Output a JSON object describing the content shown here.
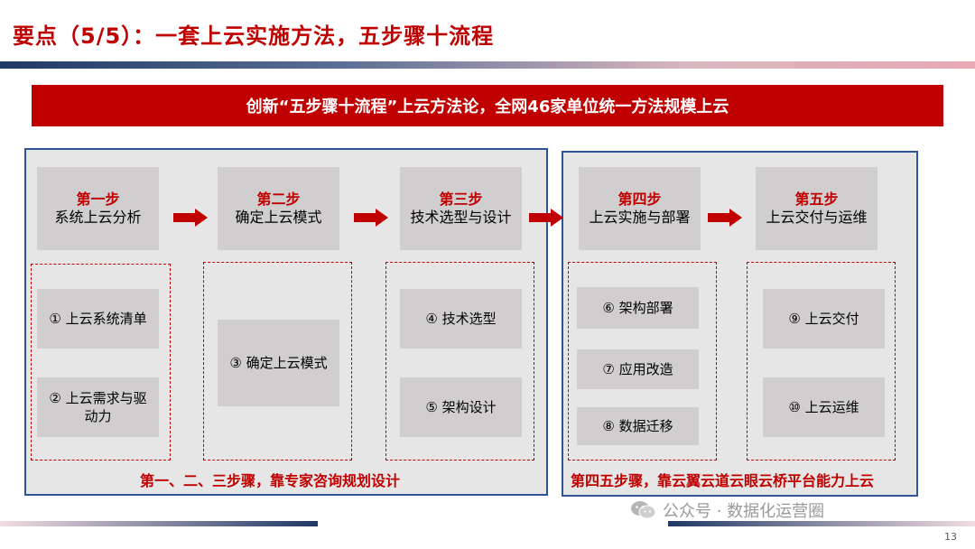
{
  "title": "要点（5/5）：一套上云实施方法，五步骤十流程",
  "banner": "创新“五步骤十流程”上云方法论，全网46家单位统一方法规模上云",
  "steps": [
    {
      "num": "第一步",
      "desc": "系统上云分析"
    },
    {
      "num": "第二步",
      "desc": "确定上云模式"
    },
    {
      "num": "第三步",
      "desc": "技术选型与设计"
    },
    {
      "num": "第四步",
      "desc": "上云实施与部署"
    },
    {
      "num": "第五步",
      "desc": "上云交付与运维"
    }
  ],
  "tasks": [
    "① 上云系统清单",
    "② 上云需求与驱动力",
    "③ 确定上云模式",
    "④ 技术选型",
    "⑤ 架构设计",
    "⑥ 架构部署",
    "⑦ 应用改造",
    "⑧ 数据迁移",
    "⑨ 上云交付",
    "⑩ 上云运维"
  ],
  "captions": {
    "left": "第一、二、三步骤，靠专家咨询规划设计",
    "right": "第四五步骤，靠云翼云道云眼云桥平台能力上云"
  },
  "watermark": "公众号 · 数据化运营圈",
  "page_number": "13",
  "colors": {
    "accent": "#c00000",
    "navy": "#1f3864",
    "box": "#d0cece",
    "panel": "#e7e6e6"
  }
}
